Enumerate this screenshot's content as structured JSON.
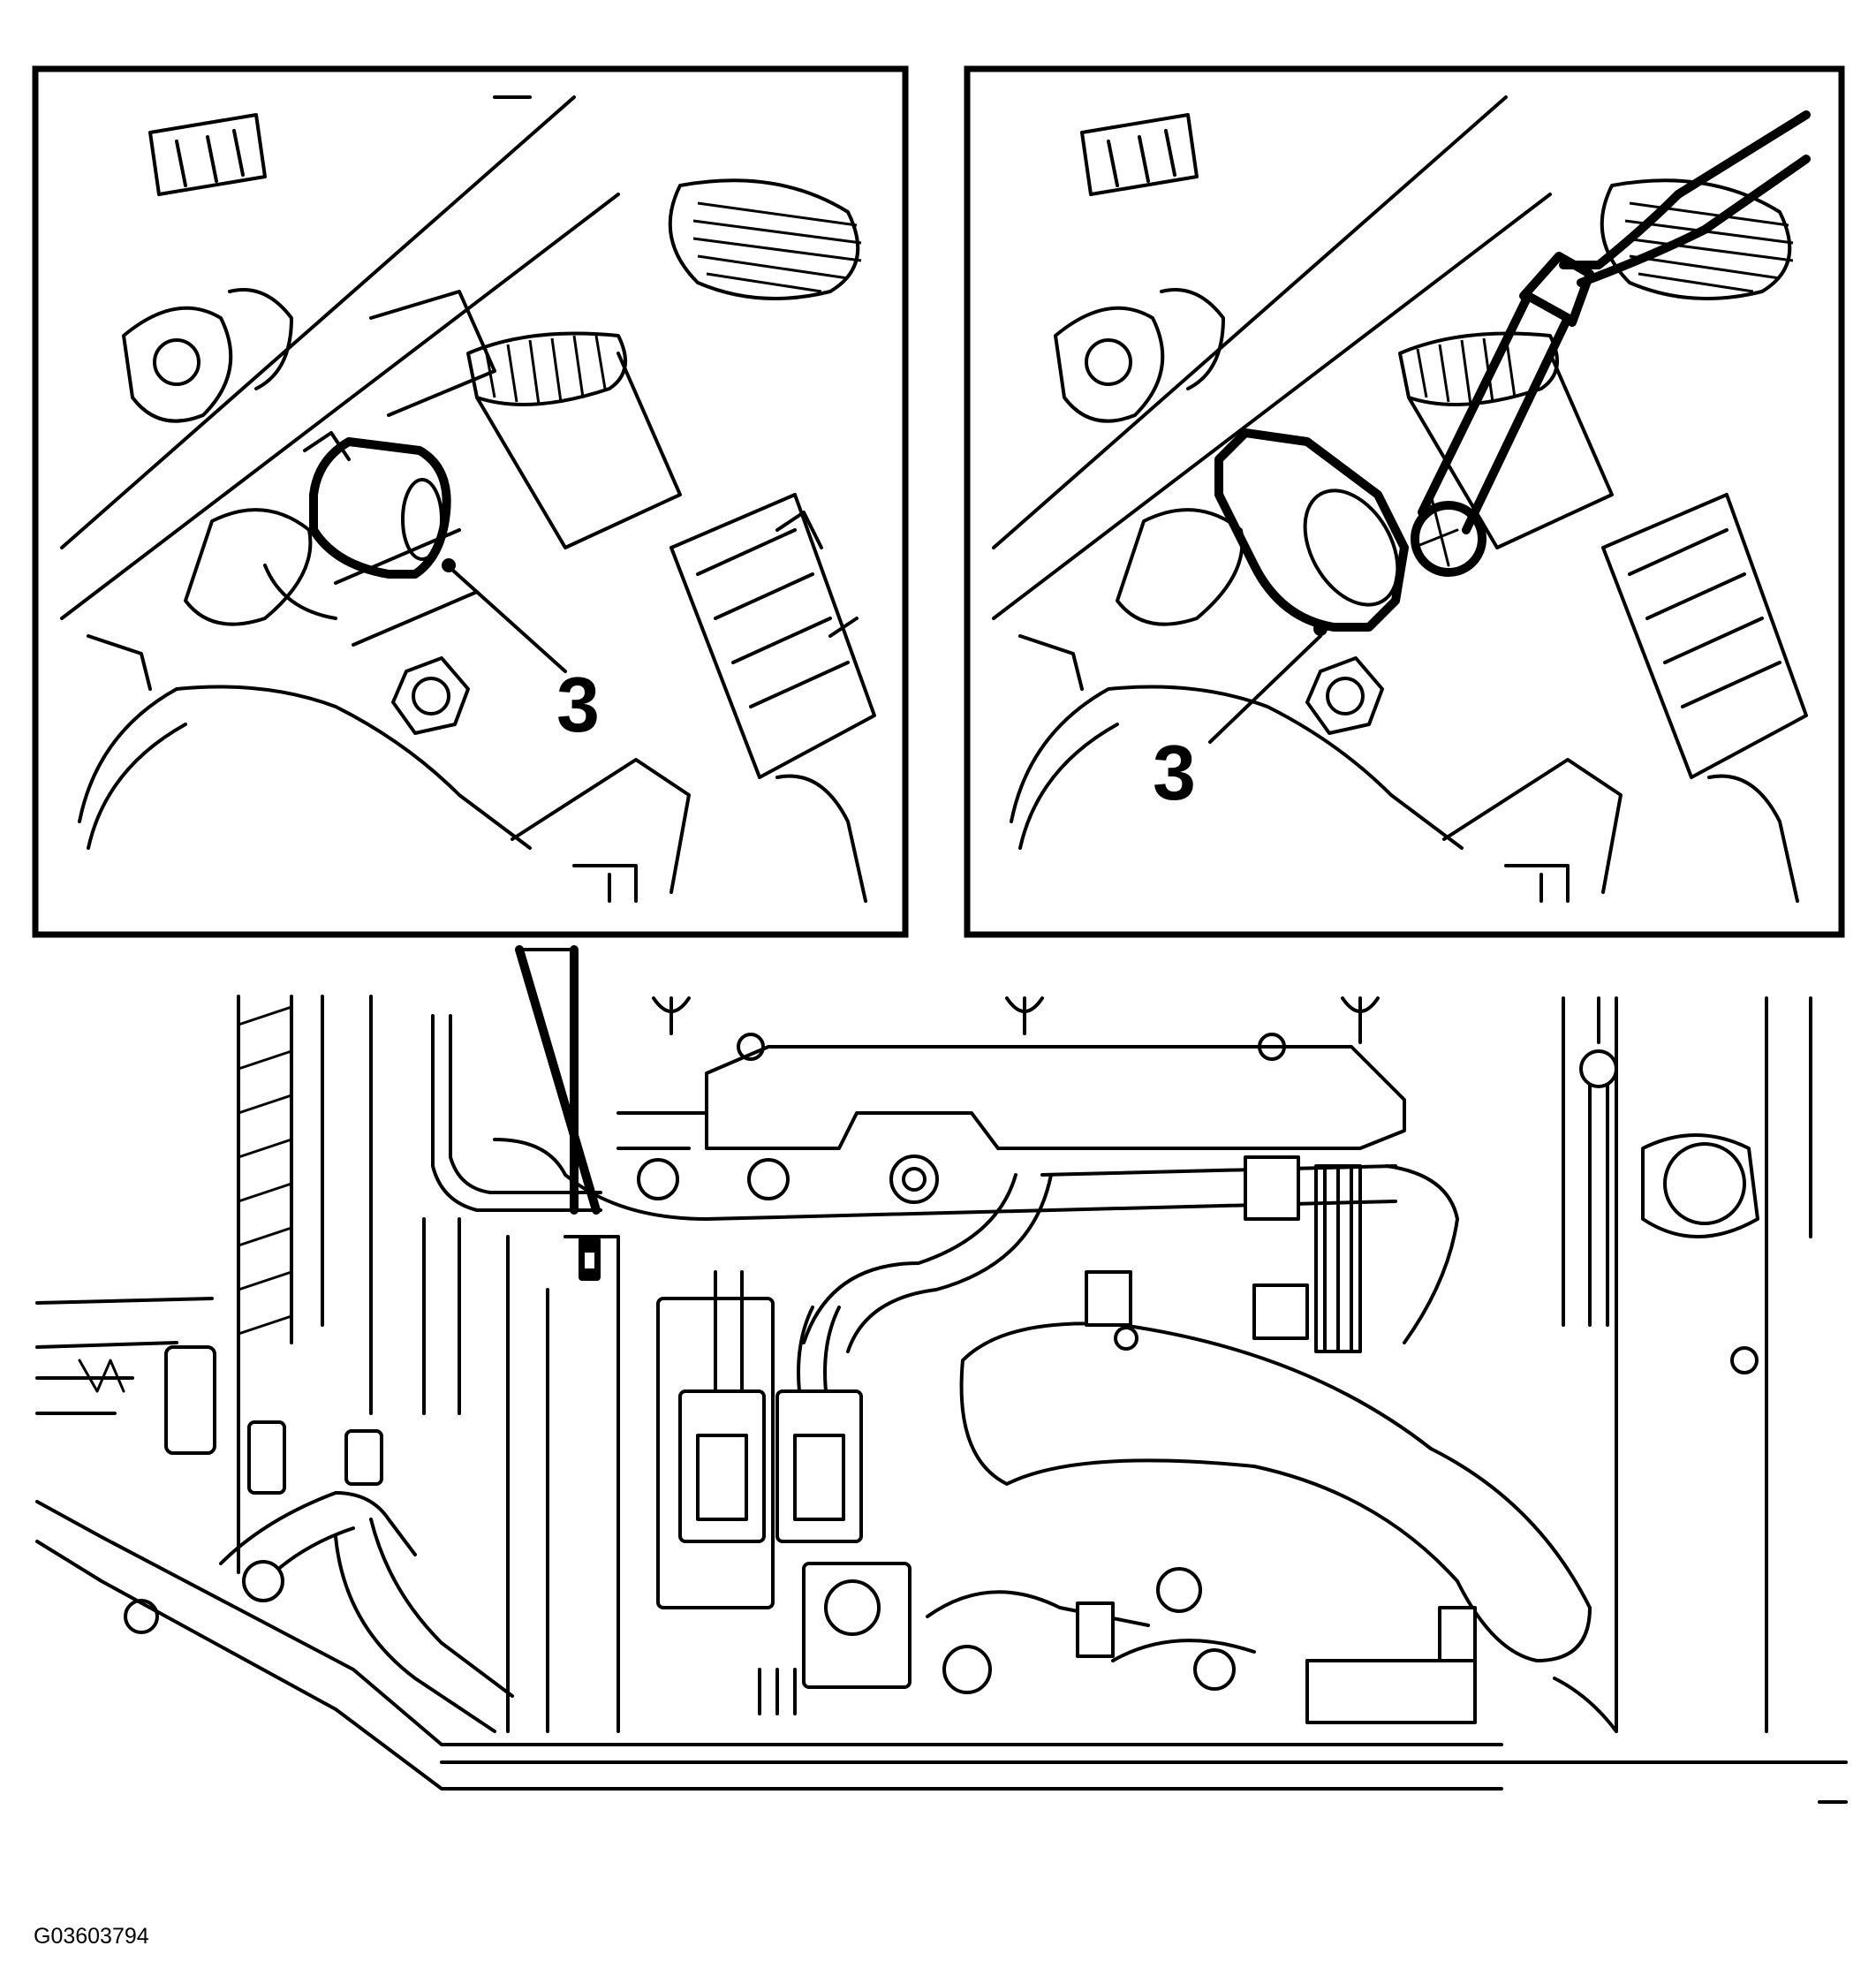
{
  "figure_id": "G03603794",
  "callouts": {
    "left_panel": "3",
    "right_panel": "3"
  },
  "panels": {
    "left": {
      "depicts": "sensor-connector-disconnected"
    },
    "right": {
      "depicts": "sensor-connector-connected"
    }
  },
  "colors": {
    "ink": "#000000",
    "paper": "#ffffff"
  }
}
